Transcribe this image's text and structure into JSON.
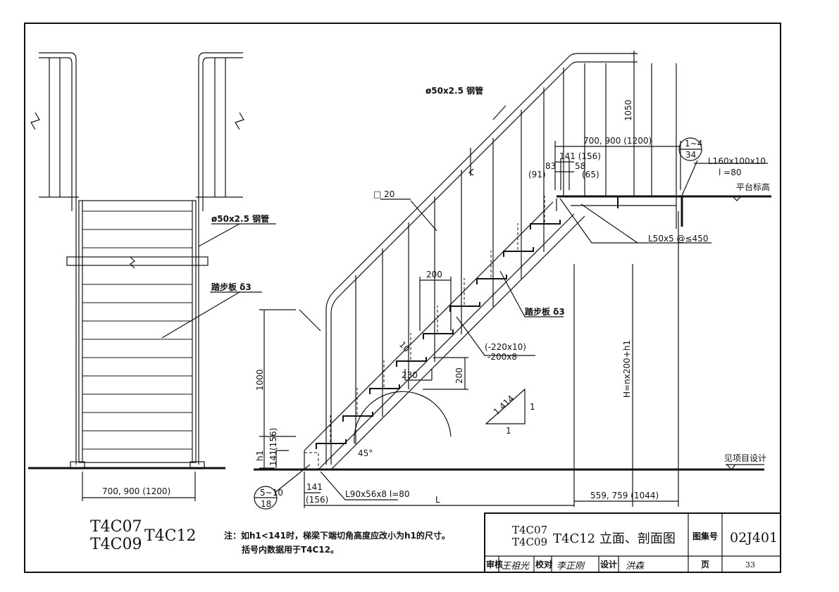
{
  "left_view": {
    "pipe_label": "ø50x2.5 钢管",
    "tread_label": "踏步板 δ3",
    "width_dim": "700, 900 (1200)",
    "title_top": "T4C07",
    "title_bottom": "T4C09",
    "title_right": "T4C12"
  },
  "right_view": {
    "pipe_label": "ø50x2.5 钢管",
    "bar_label": "□ 20",
    "rail_height": "1050",
    "platform_width": "700, 900 (1200)",
    "dim_141_156": "141 (156)",
    "dim_83": "83",
    "dim_58": "58",
    "dim_91": "(91)",
    "dim_65": "(65)",
    "detail_top_num": "1~4",
    "detail_top_den": "34",
    "angle_label": "L160x100x10",
    "angle_len": "l =80",
    "platform_level": "平台标高",
    "bracket_label": "L50x5 @≤450",
    "tread_pitch": "200",
    "tread_label": "踏步板 δ3",
    "stringer_label_1": "(-220x10)",
    "stringer_label_2": "-200x8",
    "dim_10": "10",
    "dim_230": "230",
    "dim_200": "200",
    "slope_hyp": "1.414",
    "slope_v": "1",
    "slope_h": "1",
    "height_formula": "H=nx200+h1",
    "dim_1000": "1000",
    "dim_h1": "h1",
    "dim_141_v": "141",
    "dim_156_v": "(156)",
    "angle_deg": "45°",
    "ground_label": "见项目设计",
    "detail_bot_num": "5~10",
    "detail_bot_den": "18",
    "dim_141_h": "141",
    "dim_156_h": "(156)",
    "base_angle": "L90x56x8  l=80",
    "length": "L",
    "offset_dim": "559, 759 (1044)"
  },
  "note": {
    "line1": "注：如h1<141时，梯梁下端切角高度应改小为h1的尺寸。",
    "line2": "括号内数据用于T4C12。"
  },
  "title_block": {
    "title_top": "T4C07",
    "title_bottom": "T4C09",
    "title_main": "T4C12 立面、剖面图",
    "atlas_label": "图集号",
    "atlas_no": "02J401",
    "review_label": "审核",
    "review_sig": "王祖光",
    "check_label": "校对",
    "check_sig": "李正刚",
    "design_label": "设计",
    "design_sig": "洪森",
    "page_label": "页",
    "page_no": "33"
  }
}
